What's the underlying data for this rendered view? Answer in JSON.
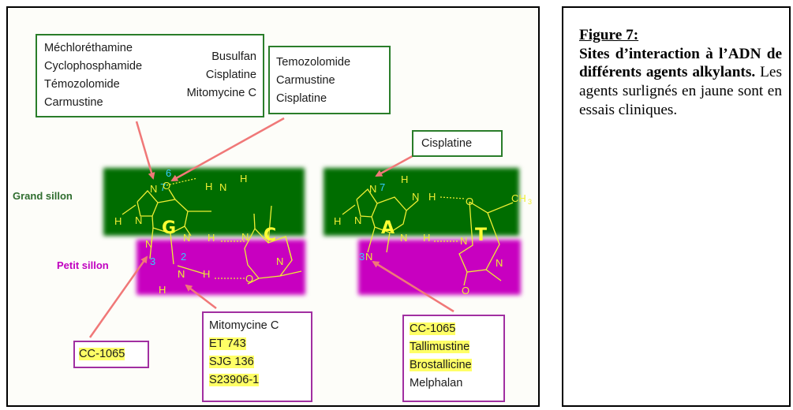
{
  "caption": {
    "figure_label": "Figure 7:",
    "title_bold": "Sites d’interaction à l’ADN de différents agents alkylants.",
    "body": " Les agents surlignés en jaune sont en essais cliniques."
  },
  "grooves": {
    "major": "Grand sillon",
    "minor": "Petit sillon"
  },
  "bases": {
    "guanine": "G",
    "cytosine": "C",
    "adenine": "A",
    "thymine": "T"
  },
  "atoms": {
    "g_n7": "N",
    "g_n7_pos": "7",
    "g_o6": "O",
    "g_o6_pos": "6",
    "g_n3": "N",
    "g_n3_pos": "3",
    "g_n2": "N",
    "g_n2_pos": "2",
    "a_n7": "N",
    "a_n7_pos": "7",
    "a_n3": "N",
    "a_n3_pos": "3",
    "n": "N",
    "h": "H",
    "o": "O",
    "ch3": "CH",
    "ch3_sub": "3"
  },
  "agent_boxes": {
    "n7_guanine": {
      "left": [
        "Méchloréthamine",
        "Cyclophosphamide",
        "Témozolomide",
        "Carmustine"
      ],
      "right": [
        "Busulfan",
        "Cisplatine",
        "Mitomycine C"
      ]
    },
    "o6_guanine": [
      "Temozolomide",
      "Carmustine",
      "Cisplatine"
    ],
    "n7_adenine": [
      "Cisplatine"
    ],
    "n3_guanine": [
      "CC-1065"
    ],
    "n2_guanine": [
      {
        "name": "Mitomycine C",
        "highlight": false
      },
      {
        "name": "ET 743",
        "highlight": true
      },
      {
        "name": "SJG 136",
        "highlight": true
      },
      {
        "name": "S23906-1",
        "highlight": true
      }
    ],
    "n3_adenine": [
      {
        "name": "CC-1065",
        "highlight": true
      },
      {
        "name": "Tallimustine",
        "highlight": true
      },
      {
        "name": "Brostallicine",
        "highlight": true
      },
      {
        "name": "Melphalan",
        "highlight": false
      }
    ]
  },
  "colors": {
    "major_groove": "#006d00",
    "minor_groove": "#c800c0",
    "bond": "#eeee33",
    "base_letter": "#ffff33",
    "position_label": "#33ccff",
    "arrow": "#f07878",
    "green_border": "#2a7d2a",
    "purple_border": "#a12fa1",
    "highlight": "#ffff66"
  }
}
